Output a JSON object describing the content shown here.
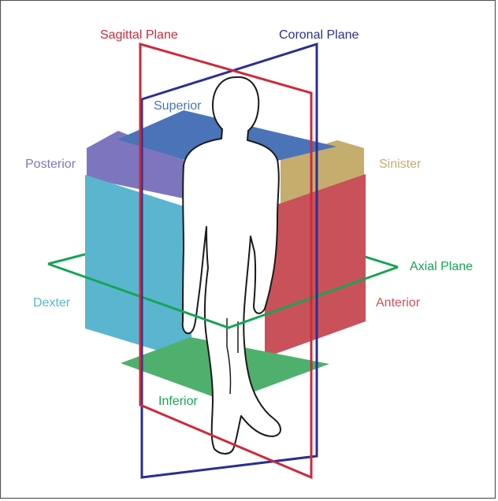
{
  "labels": {
    "sagittal": "Sagittal Plane",
    "coronal": "Coronal Plane",
    "superior": "Superior",
    "posterior": "Posterior",
    "sinister": "Sinister",
    "axial": "Axial Plane",
    "dexter": "Dexter",
    "anterior": "Anterior",
    "inferior": "Inferior"
  },
  "colors": {
    "sagittal": "#cc2a3c",
    "coronal": "#2b2f8f",
    "superior": "#4a73b8",
    "posterior": "#7d76be",
    "sinister": "#c5ad6e",
    "axial": "#17a455",
    "dexter": "#5ab6cf",
    "anterior": "#c9515a",
    "inferior": "#4fb06d",
    "frame": "#555555"
  }
}
